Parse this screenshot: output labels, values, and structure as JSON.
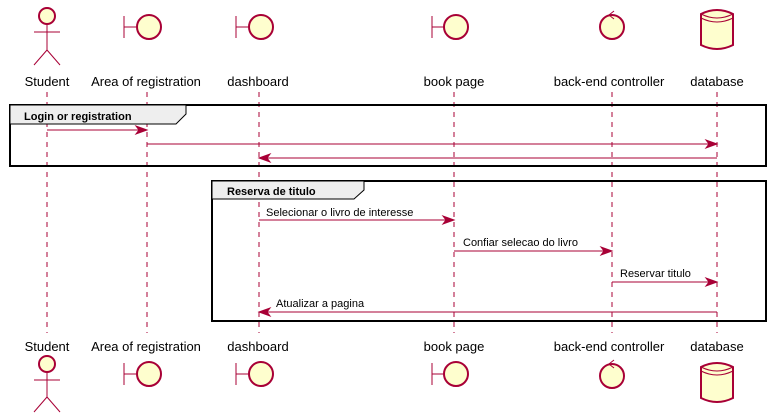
{
  "participants": [
    {
      "id": "student",
      "label": "Student",
      "kind": "actor"
    },
    {
      "id": "registration",
      "label": "Area of registration",
      "kind": "boundary"
    },
    {
      "id": "dashboard",
      "label": "dashboard",
      "kind": "boundary"
    },
    {
      "id": "bookpage",
      "label": "book page",
      "kind": "boundary"
    },
    {
      "id": "controller",
      "label": "back-end controller",
      "kind": "control"
    },
    {
      "id": "database",
      "label": "database",
      "kind": "database"
    }
  ],
  "groups": [
    {
      "title": "Login or registration",
      "messages": [
        {
          "from": "student",
          "to": "registration",
          "label": ""
        },
        {
          "from": "registration",
          "to": "database",
          "label": ""
        },
        {
          "from": "database",
          "to": "dashboard",
          "label": ""
        }
      ]
    },
    {
      "title": "Reserva de titulo",
      "messages": [
        {
          "from": "dashboard",
          "to": "bookpage",
          "label": "Selecionar o livro de interesse"
        },
        {
          "from": "bookpage",
          "to": "controller",
          "label": "Confiar selecao do livro"
        },
        {
          "from": "controller",
          "to": "database",
          "label": "Reservar titulo"
        },
        {
          "from": "database",
          "to": "dashboard",
          "label": "Atualizar a pagina"
        }
      ]
    }
  ]
}
